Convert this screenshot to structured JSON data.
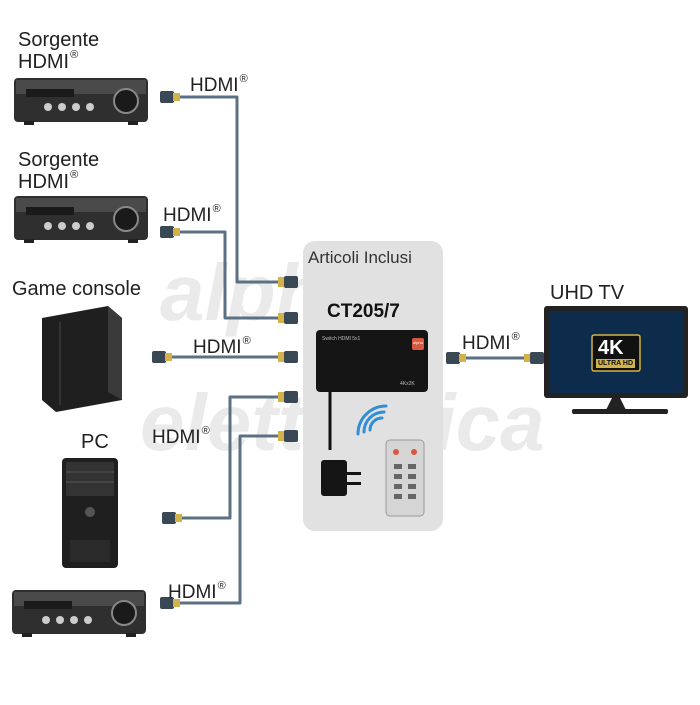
{
  "sources": [
    {
      "label_line1": "Sorgente",
      "label_line2": "HDMI",
      "reg": "®"
    },
    {
      "label_line1": "Sorgente",
      "label_line2": "HDMI",
      "reg": "®"
    },
    {
      "label": "Game console"
    },
    {
      "label": "PC"
    },
    {
      "label": ""
    }
  ],
  "cable_label": "HDMI",
  "reg_mark": "®",
  "panel": {
    "title": "Articoli Inclusi",
    "model": "CT205/7",
    "switch_small_text": "Switch HDMI 5x1",
    "switch_res_text": "4Kx2K",
    "brand_badge": "alpha"
  },
  "tv": {
    "label": "UHD TV",
    "badge_main": "4K",
    "badge_sub": "ULTRA HD"
  },
  "colors": {
    "cable": "#5b7183",
    "connector_gold": "#d4b24a",
    "panel_bg": "#e1e1e1",
    "device_dark": "#2a2a2a",
    "remote_red": "#d9583f",
    "signal_blue": "#2f8fd6"
  }
}
